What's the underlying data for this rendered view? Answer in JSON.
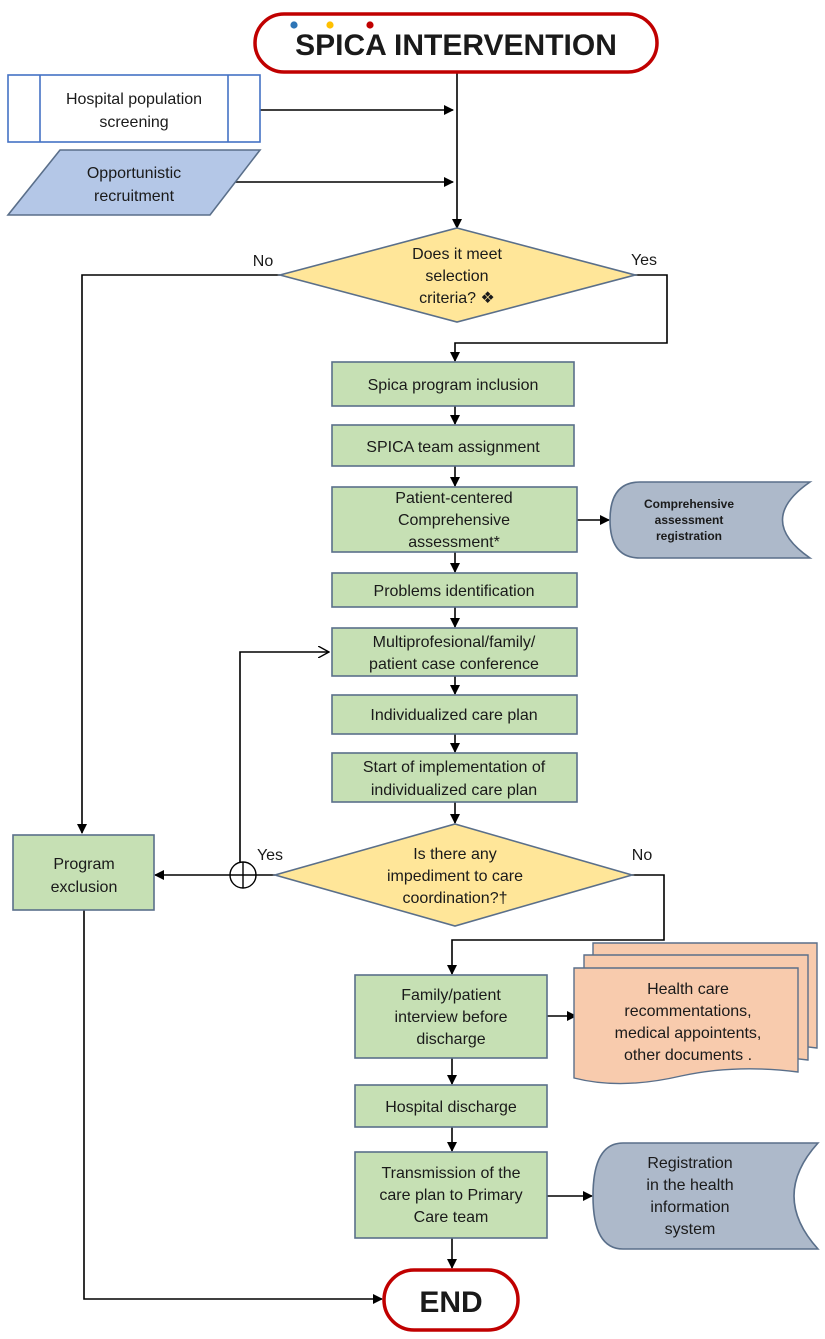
{
  "title": {
    "prefix": "SPICA",
    "suffix": " INTERVENTION"
  },
  "end_label": "END",
  "sources": {
    "screening": [
      "Hospital population",
      "screening"
    ],
    "recruitment": [
      "Opportunistic",
      "recruitment"
    ]
  },
  "decisions": {
    "selection": [
      "Does it meet",
      "selection",
      "criteria? ❖"
    ],
    "impediment": [
      "Is there any",
      "impediment to care",
      "coordination?†"
    ]
  },
  "edge_labels": {
    "selection_no": "No",
    "selection_yes": "Yes",
    "impediment_yes": "Yes",
    "impediment_no": "No"
  },
  "steps": {
    "inclusion": [
      "Spica program inclusion"
    ],
    "team": [
      "SPICA team assignment"
    ],
    "assessment": [
      "Patient-centered",
      "Comprehensive",
      "assessment*"
    ],
    "problems": [
      "Problems identification"
    ],
    "conference": [
      "Multiprofesional/family/",
      "patient case conference"
    ],
    "care_plan": [
      "Individualized care plan"
    ],
    "implementation": [
      "Start of implementation of",
      "individualized care plan"
    ],
    "exclusion": [
      "Program",
      "exclusion"
    ],
    "interview": [
      "Family/patient",
      "interview before",
      "discharge"
    ],
    "discharge": [
      "Hospital discharge"
    ],
    "transmission": [
      "Transmission of the",
      "care plan to Primary",
      "Care team"
    ]
  },
  "stores": {
    "assessment_registration": [
      "Comprehensive",
      "assessment",
      "registration"
    ],
    "health_info": [
      "Registration",
      "in the health",
      "information",
      "system"
    ]
  },
  "documents": {
    "recommendations": [
      "Health care",
      "recommentations,",
      "medical appointents,",
      "other documents ."
    ]
  },
  "colors": {
    "process_fill": "#c6e0b4",
    "decision_fill": "#ffe699",
    "input_fill": "#b4c7e7",
    "store_fill": "#adb9ca",
    "document_fill": "#f8cbad",
    "terminator_border": "#c00000",
    "outline": "#5a6f8a",
    "logo_dots": [
      "#2e75b6",
      "#ffc000",
      "#c00000"
    ]
  }
}
